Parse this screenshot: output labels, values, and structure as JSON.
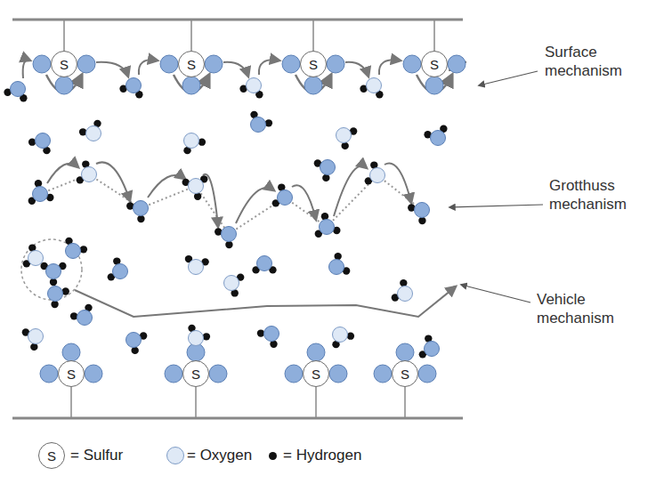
{
  "diagram": {
    "nodes": [
      {
        "text": [
          "S"
        ]
      },
      {
        "text": [
          "S"
        ]
      },
      {
        "text": [
          "S"
        ]
      },
      {
        "text": [
          "S"
        ]
      },
      {
        "text": [
          "S"
        ]
      },
      {
        "text": [
          "S"
        ]
      },
      {
        "text": [
          "S"
        ]
      },
      {
        "text": [
          "S"
        ]
      },
      {
        "text": [
          "S"
        ]
      }
    ],
    "labels": [
      "Surface mechanism",
      "Grotthuss mechanism",
      "Vehicle mechanism"
    ],
    "legend": [
      {
        "text": "= Sulfur"
      },
      {
        "text": "= Oxygen",
        "color": "#dfe9f6"
      },
      {
        "text": "= Hydrogen",
        "color": "#111111"
      }
    ]
  }
}
